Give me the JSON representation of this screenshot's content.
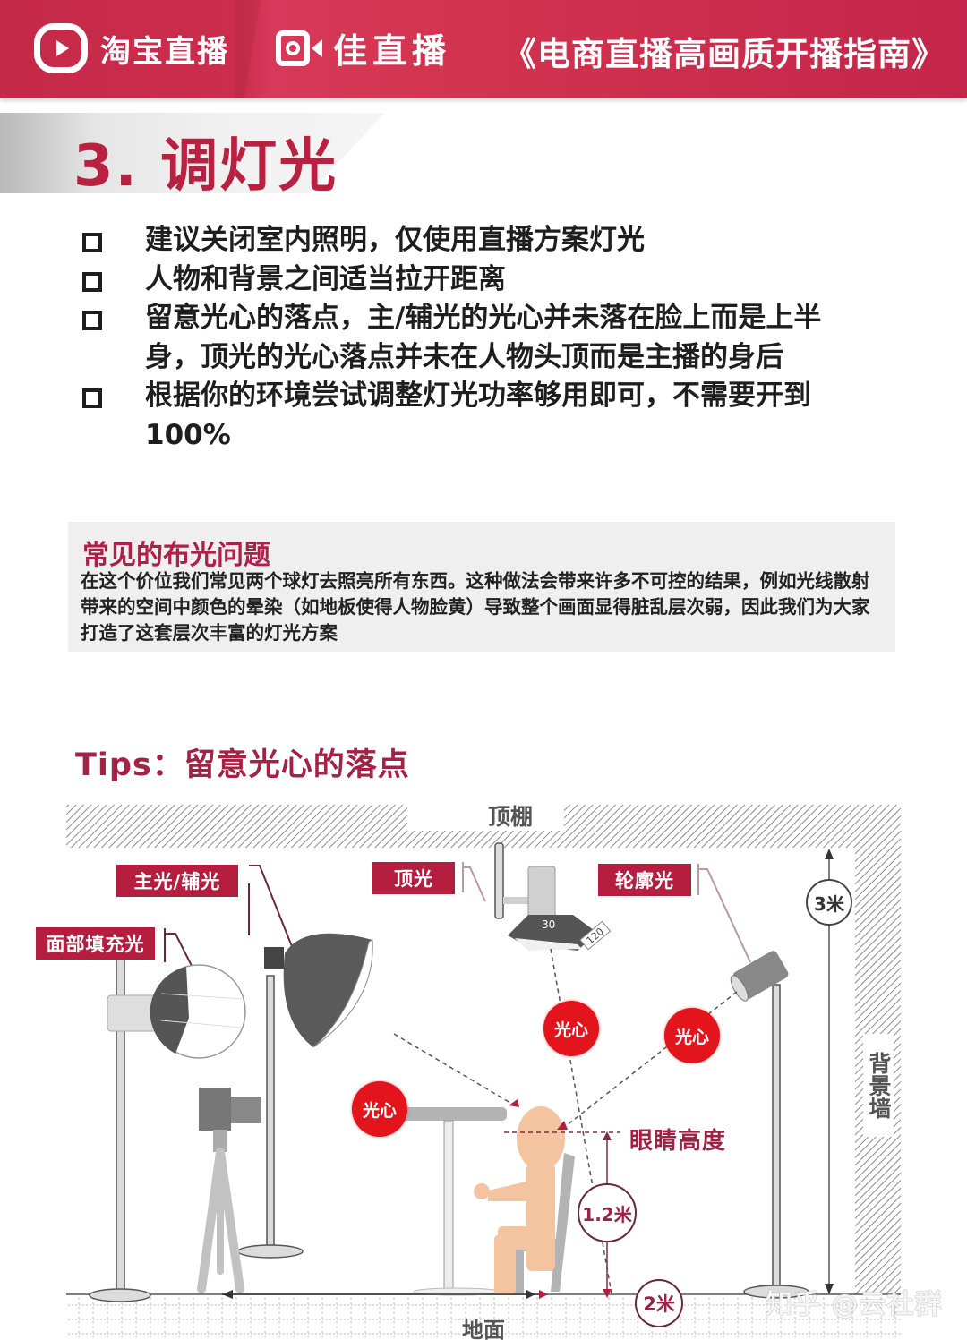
{
  "header": {
    "brand_taobao": "淘宝直播",
    "brand_jia": "佳直播",
    "guide_title": "《电商直播高画质开播指南》",
    "colors": {
      "bar": "#c82b4a",
      "text": "#ffffff"
    }
  },
  "section": {
    "title": "3. 调灯光",
    "accent_color": "#b8213f"
  },
  "bullets": [
    {
      "text": "建议关闭室内照明，仅使用直播方案灯光"
    },
    {
      "text": "人物和背景之间适当拉开距离"
    },
    {
      "text": "留意光心的落点，主/辅光的光心并未落在脸上而是上半身，顶光的光心落点并未在人物头顶而是主播的身后"
    },
    {
      "text": "根据你的环境尝试调整灯光功率够用即可，不需要开到100%"
    }
  ],
  "problem": {
    "title": "常见的布光问题",
    "text": "在这个价位我们常见两个球灯去照亮所有东西。这种做法会带来许多不可控的结果，例如光线散射带来的空间中颜色的晕染（如地板使得人物脸黄）导致整个画面显得脏乱层次弱，因此我们为大家打造了这套层次丰富的灯光方案"
  },
  "tips": {
    "title": "Tips：留意光心的落点"
  },
  "diagram": {
    "labels": {
      "ceiling": "顶棚",
      "wall": "背景墙",
      "floor": "地面",
      "eye_height": "眼睛高度"
    },
    "tags": {
      "key_fill": "主光/辅光",
      "top": "顶光",
      "rim": "轮廓光",
      "face_fill": "面部填充光"
    },
    "light_centers": [
      "光心",
      "光心",
      "光心"
    ],
    "measurements": {
      "ceiling_height": "3米",
      "eye_height": "1.2米",
      "distance": "2米"
    },
    "softbox_dims": {
      "width": "30",
      "depth": "120"
    }
  },
  "watermark": "知乎 @云社群"
}
